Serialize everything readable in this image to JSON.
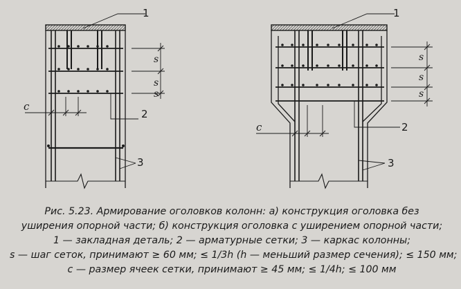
{
  "figure": {
    "left": {
      "callouts": {
        "embedded_part": "1",
        "mesh": "2",
        "cage": "3"
      },
      "dim_c": "c",
      "dim_s": [
        "s",
        "s",
        "s"
      ]
    },
    "right": {
      "callouts": {
        "embedded_part": "1",
        "mesh": "2",
        "cage": "3"
      },
      "dim_c": "c",
      "dim_s": [
        "s",
        "s",
        "s"
      ]
    }
  },
  "caption": {
    "lines": [
      "Рис. 5.23. Армирование оголовков колонн: а) конструкция оголовка без",
      "уширения опорной части; б) конструкция оголовка с уширением опорной части;",
      "1 — закладная деталь; 2 — арматурные сетки; 3 — каркас колонны;",
      "s — шаг сеток, принимают ≥ 60 мм; ≤ 1/3h (h — меньший размер сечения); ≤ 150 мм;",
      "с — размер ячеек сетки, принимают ≥ 45 мм; ≤ 1/4h; ≤ 100 мм"
    ]
  }
}
